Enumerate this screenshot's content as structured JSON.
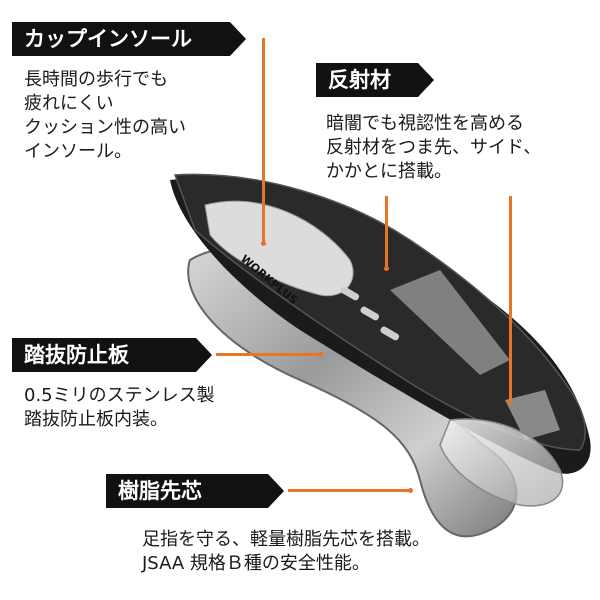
{
  "features": [
    {
      "id": "cup-insole",
      "title": "カップインソール",
      "text": "長時間の歩行でも\n疲れにくい\nクッション性の高い\nインソール。"
    },
    {
      "id": "reflector",
      "title": "反射材",
      "text": "暗闇でも視認性を高める\n反射材をつま先、サイド、\nかかとに搭載。"
    },
    {
      "id": "anti-puncture",
      "title": "踏抜防止板",
      "text": "0.5ミリのステンレス製\n踏抜防止板内装。"
    },
    {
      "id": "toe-cap",
      "title": "樹脂先芯",
      "text": "足指を守る、軽量樹脂先芯を搭載。\nJSAA 規格Ｂ種の安全性能。"
    }
  ],
  "insole_brand": "WORKPLUS",
  "colors": {
    "tag_bg": "#111111",
    "accent": "#e8742a"
  }
}
